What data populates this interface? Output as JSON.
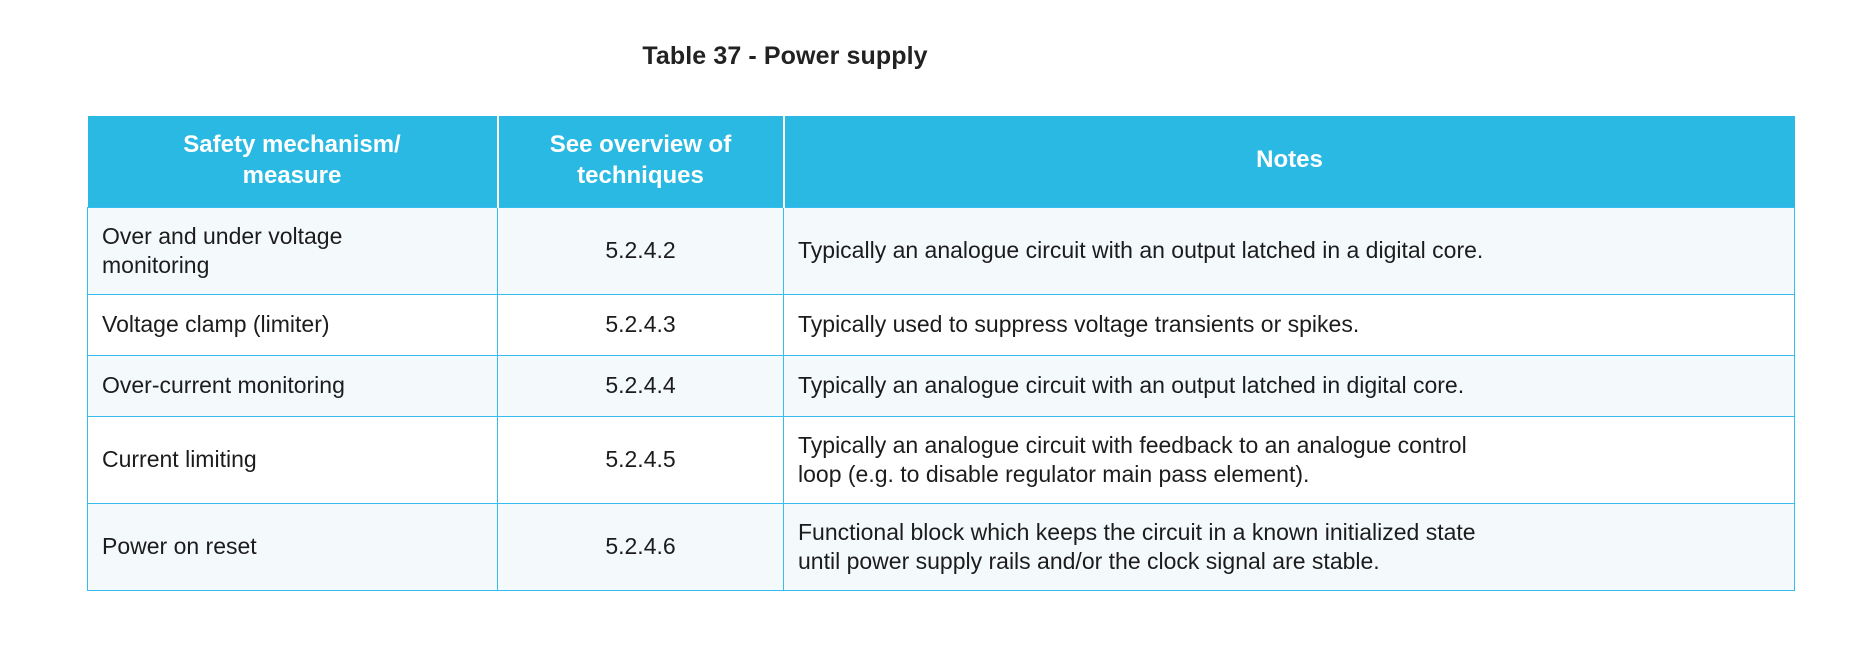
{
  "document": {
    "title": "Table 37 - Power supply"
  },
  "colors": {
    "header_background": "#2ab9e3",
    "header_text": "#ffffff",
    "border": "#35bdf0",
    "row_shaded": "#f4f9fc",
    "row_plain": "#ffffff",
    "body_text": "#1c1c1c"
  },
  "table": {
    "columns": [
      {
        "label": "Safety mechanism/ measure",
        "line1": "Safety mechanism/",
        "line2": "measure"
      },
      {
        "label": "See overview of techniques",
        "line1": "See overview of",
        "line2": "techniques"
      },
      {
        "label": "Notes",
        "line1": "Notes",
        "line2": ""
      }
    ],
    "rows": [
      {
        "measure_line1": "Over and under voltage",
        "measure_line2": "monitoring",
        "reference": "5.2.4.2",
        "notes_line1": "Typically an analogue circuit with an output latched in a digital core.",
        "notes_line2": ""
      },
      {
        "measure_line1": "Voltage clamp (limiter)",
        "measure_line2": "",
        "reference": "5.2.4.3",
        "notes_line1": "Typically used to suppress voltage transients or spikes.",
        "notes_line2": ""
      },
      {
        "measure_line1": "Over-current monitoring",
        "measure_line2": "",
        "reference": "5.2.4.4",
        "notes_line1": "Typically an analogue circuit with an output latched in digital core.",
        "notes_line2": ""
      },
      {
        "measure_line1": "Current limiting",
        "measure_line2": "",
        "reference": "5.2.4.5",
        "notes_line1": "Typically an analogue circuit with feedback to an analogue control",
        "notes_line2": "loop (e.g. to disable regulator main pass element)."
      },
      {
        "measure_line1": "Power on reset",
        "measure_line2": "",
        "reference": "5.2.4.6",
        "notes_line1": "Functional block which keeps the circuit in a known initialized state",
        "notes_line2": "until power supply rails and/or the clock signal are stable."
      }
    ]
  }
}
